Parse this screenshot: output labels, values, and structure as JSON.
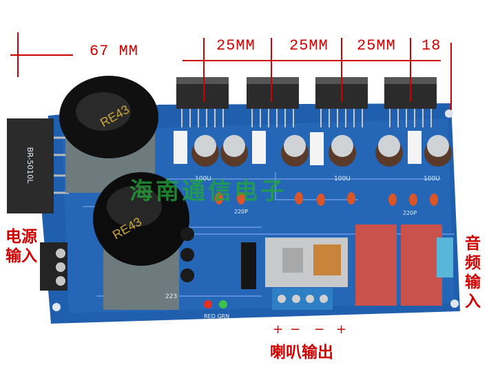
{
  "dimensions": {
    "left_width": "67 MM",
    "spacing_1": "25MM",
    "spacing_2": "25MM",
    "spacing_3": "25MM",
    "right_edge": "18"
  },
  "labels": {
    "power_input_line1": "电源",
    "power_input_line2": "输入",
    "audio_input_line1": "音",
    "audio_input_line2": "频",
    "audio_input_line3": "输",
    "audio_input_line4": "入",
    "speaker_output": "喇叭输出",
    "terminal_signs": [
      "+",
      "−",
      "−",
      "+"
    ]
  },
  "watermark": "海南通信电子",
  "board_markings": {
    "capacitor_brand": "RE43",
    "rectifier": "BR-5010L",
    "cap_value": "100U",
    "small_cap": "220P",
    "component_ref": "223",
    "led_labels": "RED GRN"
  },
  "colors": {
    "dimension_red": "#d10000",
    "board_blue": "#1f5fae",
    "watermark_green": "#22a83a"
  }
}
